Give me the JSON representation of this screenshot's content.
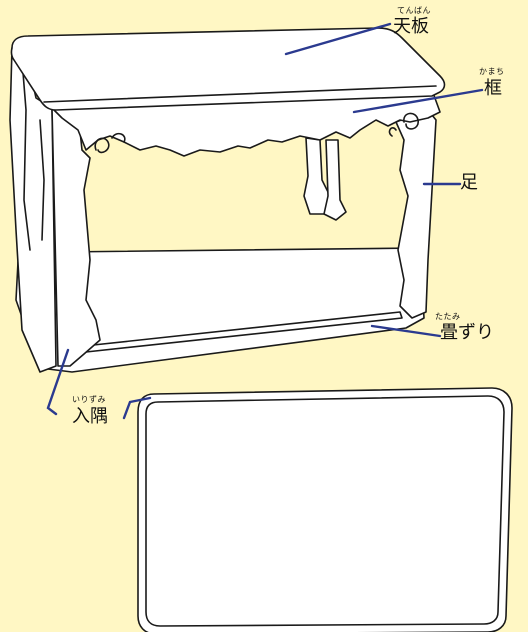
{
  "colors": {
    "background": "#fff7c4",
    "drawing": "#1a1a1a",
    "leader_line": "#2b3a8f",
    "fill": "#ffffff"
  },
  "labels": {
    "tenban": {
      "text": "天板",
      "ruby": "てんばん"
    },
    "kamachi": {
      "text": "框",
      "ruby": "かまち"
    },
    "ashi": {
      "text": "足",
      "ruby": ""
    },
    "tatamizuri": {
      "text": "畳ずり",
      "ruby": "たたみ"
    },
    "irizumi": {
      "text": "入隅",
      "ruby": "いりずみ"
    }
  }
}
